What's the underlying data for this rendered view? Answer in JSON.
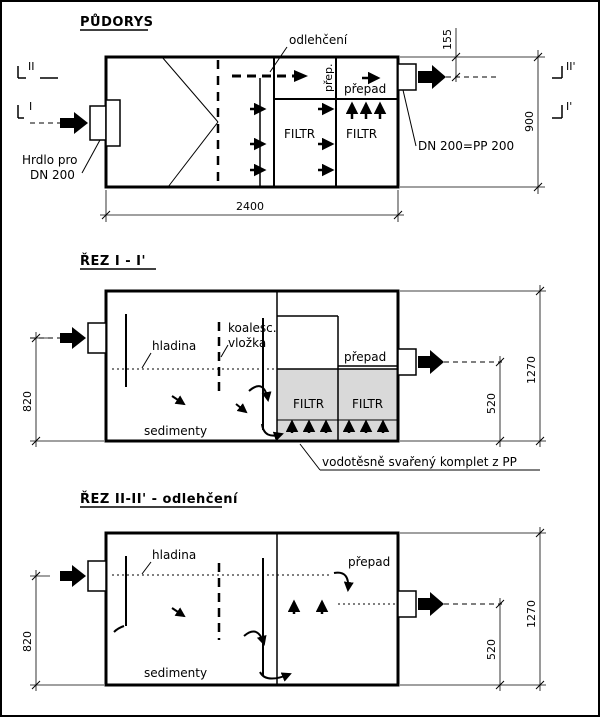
{
  "plan": {
    "title": "PŮDORYS",
    "label_odlehceni": "odlehčení",
    "label_prep": "přep.",
    "label_prepad": "přepad",
    "label_filtr_1": "FILTR",
    "label_filtr_2": "FILTR",
    "label_hrdlo_line1": "Hrdlo pro",
    "label_hrdlo_line2": "DN 200",
    "label_dn_out": "DN 200=PP 200",
    "dim_width": "2400",
    "dim_depth": "900",
    "dim_offset": "155",
    "cut_i": "I",
    "cut_i_prime": "I'",
    "cut_ii": "II",
    "cut_ii_prime": "II'"
  },
  "section1": {
    "title": "ŘEZ  I - I'",
    "label_hladina": "hladina",
    "label_koalesc_1": "koalesc.",
    "label_koalesc_2": "vložka",
    "label_prepad": "přepad",
    "label_filtr_1": "FILTR",
    "label_filtr_2": "FILTR",
    "label_sedimenty": "sedimenty",
    "label_svareny": "vodotěsně svařený komplet z PP",
    "dim_inlet_height": "820",
    "dim_total_height": "1270",
    "dim_outlet_height": "520"
  },
  "section2": {
    "title": "ŘEZ  II-II' - odlehčení",
    "label_hladina": "hladina",
    "label_prepad": "přepad",
    "label_sedimenty": "sedimenty",
    "dim_inlet_height": "820",
    "dim_total_height": "1270",
    "dim_outlet_height": "520"
  },
  "colors": {
    "line": "#000000",
    "filter_fill": "#d9d9d9",
    "background": "#ffffff"
  }
}
